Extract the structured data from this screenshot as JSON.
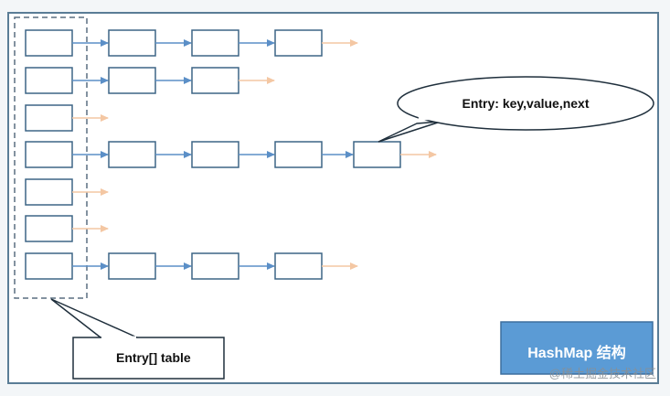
{
  "callout_entry": "Entry: key,value,next",
  "callout_table": "Entry[] table",
  "title_badge": "HashMap 结构",
  "watermark": "@稀土掘金技术社区",
  "chains": [
    {
      "bucket": 1,
      "entries": 3,
      "next_to_null": true
    },
    {
      "bucket": 2,
      "entries": 2,
      "next_to_null": true
    },
    {
      "bucket": 3,
      "entries": 0,
      "next_to_null": true
    },
    {
      "bucket": 4,
      "entries": 4,
      "next_to_null": true
    },
    {
      "bucket": 5,
      "entries": 0,
      "next_to_null": true
    },
    {
      "bucket": 6,
      "entries": 0,
      "next_to_null": true
    },
    {
      "bucket": 7,
      "entries": 3,
      "next_to_null": true
    }
  ],
  "colors": {
    "box_stroke": "#3d6585",
    "arrow": "#5b8fc7",
    "null_arrow": "#f4c7a3",
    "badge_fill": "#5b9bd5",
    "frame": "#5a7d96"
  }
}
